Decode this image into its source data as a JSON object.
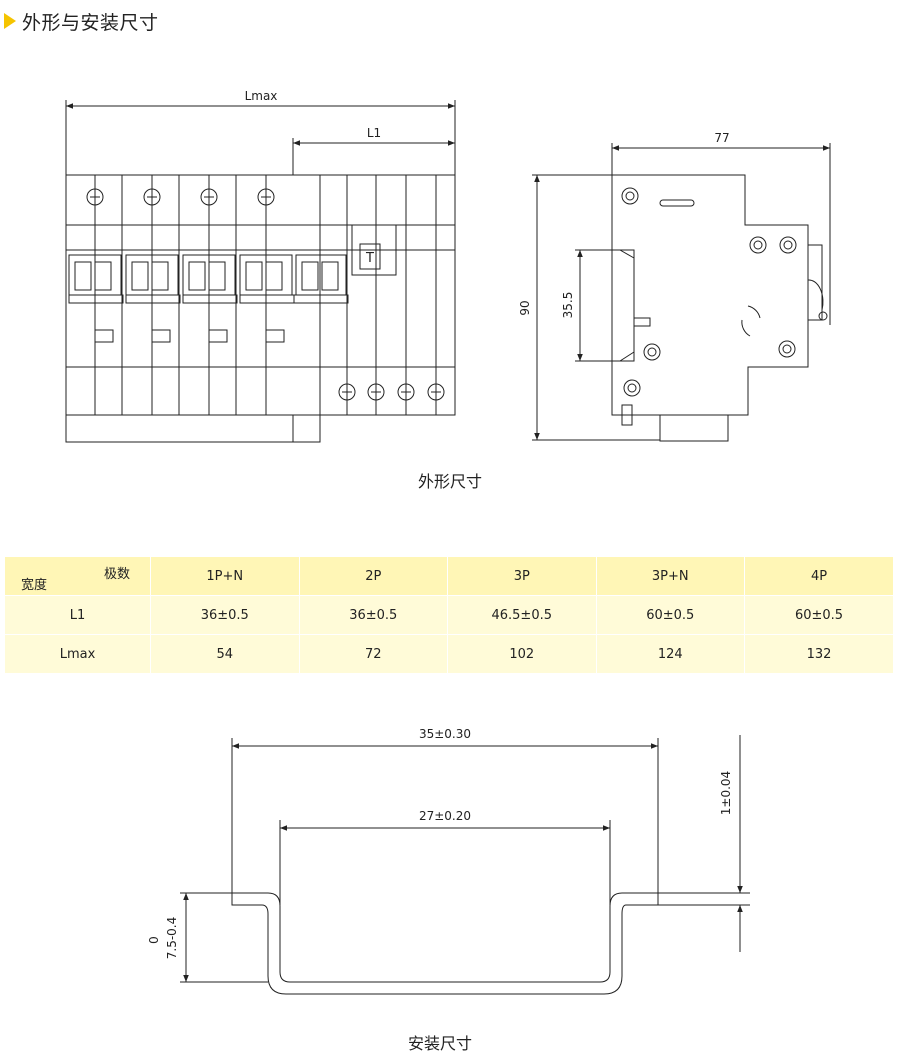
{
  "header": {
    "title": "外形与安装尺寸"
  },
  "outline_drawing": {
    "lmax_label": "Lmax",
    "l1_label": "L1",
    "test_button_label": "T",
    "width_77": "77",
    "height_90": "90",
    "depth_35_5": "35.5",
    "caption": "外形尺寸"
  },
  "dimension_table": {
    "corner_poles_label": "极数",
    "corner_width_label": "宽度",
    "columns": [
      "1P+N",
      "2P",
      "3P",
      "3P+N",
      "4P"
    ],
    "rows": [
      {
        "label": "L1",
        "values": [
          "36±0.5",
          "36±0.5",
          "46.5±0.5",
          "60±0.5",
          "60±0.5"
        ]
      },
      {
        "label": "Lmax",
        "values": [
          "54",
          "72",
          "102",
          "124",
          "132"
        ]
      }
    ]
  },
  "rail_drawing": {
    "outer_width": "35±0.30",
    "inner_width": "27±0.20",
    "thickness": "1±0.04",
    "height_nominal": "7.5-0.4",
    "height_upper": "0",
    "caption": "安装尺寸"
  },
  "colors": {
    "accent": "#f5c400",
    "table_header": "#fff6b6",
    "table_body": "#fffbd8"
  }
}
